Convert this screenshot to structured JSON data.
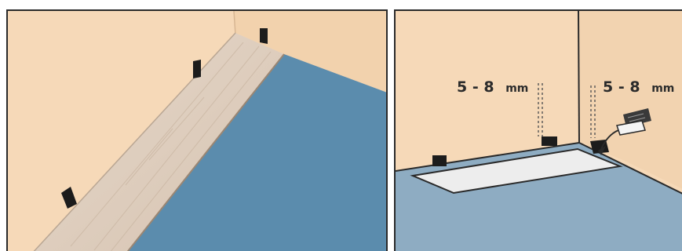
{
  "figure": {
    "panels": [
      {
        "id": "left",
        "content": "floor-plank-against-wall-with-spacers"
      },
      {
        "id": "right",
        "content": "expansion-gap-measurement",
        "gap_labels": [
          {
            "value": "5 - 8",
            "unit": "mm"
          },
          {
            "value": "5 - 8",
            "unit": "mm"
          }
        ]
      }
    ],
    "colors": {
      "wall": "#f6d9b8",
      "floor_left": "#5b8cad",
      "floor_right": "#8eacc2",
      "plank": "#e0cfbf",
      "board_right": "#ededed",
      "spacer": "#1c1c1c",
      "outline": "#2a2a2a"
    }
  }
}
